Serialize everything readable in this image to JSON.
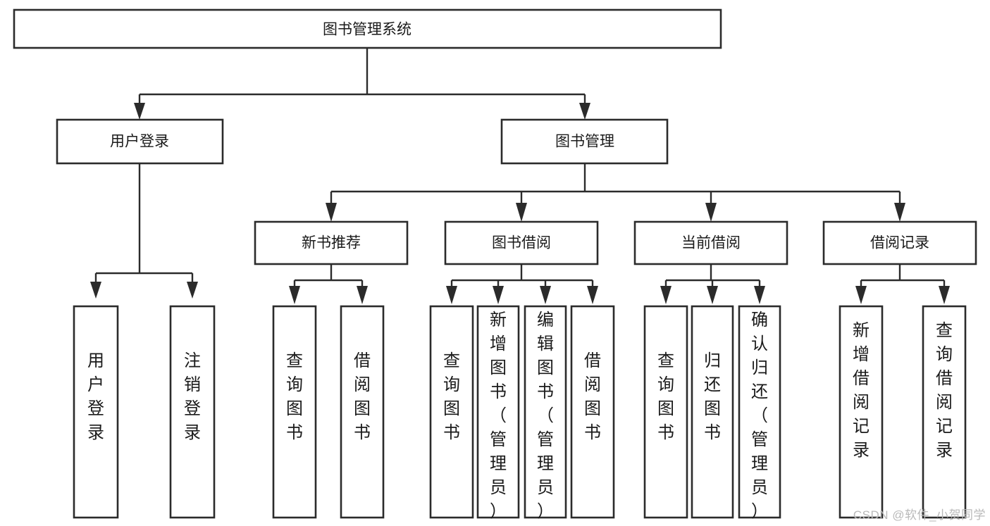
{
  "diagram": {
    "title": "图书管理系统",
    "type": "tree",
    "orientation": "top-down",
    "colors": {
      "box_fill": "#ffffff",
      "box_stroke": "#2b2b2b",
      "text": "#1a1a1a",
      "watermark": "#b9b9b9",
      "background": "#ffffff"
    },
    "nodes": {
      "root": {
        "label": "图书管理系统",
        "level": 0,
        "orientation": "horizontal"
      },
      "l1": [
        {
          "id": "user-login",
          "label": "用户登录",
          "level": 1,
          "orientation": "horizontal"
        },
        {
          "id": "book-management",
          "label": "图书管理",
          "level": 1,
          "orientation": "horizontal"
        }
      ],
      "l2": [
        {
          "id": "new-book-recommend",
          "label": "新书推荐",
          "level": 2,
          "orientation": "horizontal",
          "parent": "book-management"
        },
        {
          "id": "book-borrow",
          "label": "图书借阅",
          "level": 2,
          "orientation": "horizontal",
          "parent": "book-management"
        },
        {
          "id": "current-borrow",
          "label": "当前借阅",
          "level": 2,
          "orientation": "horizontal",
          "parent": "book-management"
        },
        {
          "id": "borrow-record",
          "label": "借阅记录",
          "level": 2,
          "orientation": "horizontal",
          "parent": "book-management"
        }
      ],
      "leaves": [
        {
          "id": "leaf-user-login",
          "label": "用户登录",
          "parent": "user-login",
          "orientation": "vertical",
          "align": "bottom"
        },
        {
          "id": "leaf-logout",
          "label": "注销登录",
          "parent": "user-login",
          "orientation": "vertical",
          "align": "bottom"
        },
        {
          "id": "leaf-query-book-1",
          "label": "查询图书",
          "parent": "new-book-recommend",
          "orientation": "vertical",
          "align": "middle"
        },
        {
          "id": "leaf-borrow-book-1",
          "label": "借阅图书",
          "parent": "new-book-recommend",
          "orientation": "vertical",
          "align": "middle"
        },
        {
          "id": "leaf-query-book-2",
          "label": "查询图书",
          "parent": "book-borrow",
          "orientation": "vertical",
          "align": "middle"
        },
        {
          "id": "leaf-add-book",
          "label": "新增图书（管理员）",
          "parent": "book-borrow",
          "orientation": "vertical",
          "align": "top"
        },
        {
          "id": "leaf-edit-book",
          "label": "编辑图书（管理员）",
          "parent": "book-borrow",
          "orientation": "vertical",
          "align": "top"
        },
        {
          "id": "leaf-borrow-book-2",
          "label": "借阅图书",
          "parent": "book-borrow",
          "orientation": "vertical",
          "align": "middle"
        },
        {
          "id": "leaf-query-book-3",
          "label": "查询图书",
          "parent": "current-borrow",
          "orientation": "vertical",
          "align": "middle"
        },
        {
          "id": "leaf-return-book",
          "label": "归还图书",
          "parent": "current-borrow",
          "orientation": "vertical",
          "align": "middle"
        },
        {
          "id": "leaf-confirm-return",
          "label": "确认归还（管理员）",
          "parent": "current-borrow",
          "orientation": "vertical",
          "align": "top"
        },
        {
          "id": "leaf-add-record",
          "label": "新增借阅记录",
          "parent": "borrow-record",
          "orientation": "vertical",
          "align": "middle"
        },
        {
          "id": "leaf-query-record",
          "label": "查询借阅记录",
          "parent": "borrow-record",
          "orientation": "vertical",
          "align": "middle"
        }
      ]
    }
  },
  "watermark": {
    "text": "CSDN @软件_小贺同学"
  }
}
